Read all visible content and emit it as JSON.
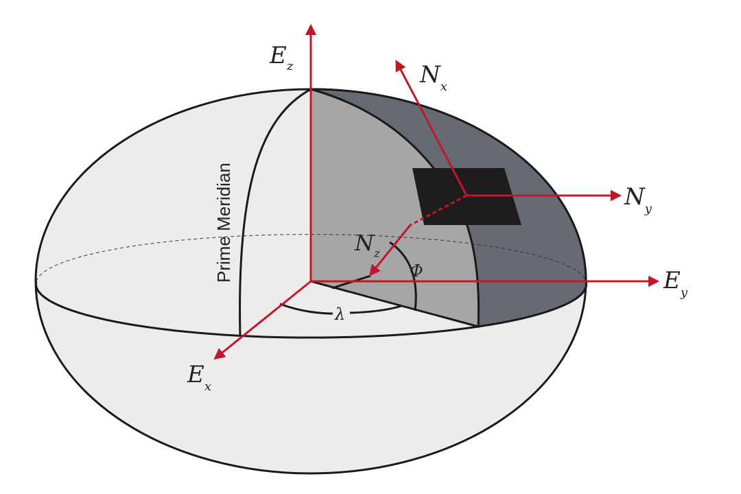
{
  "labels": {
    "ez": {
      "main": "E",
      "sub": "z"
    },
    "ey": {
      "main": "E",
      "sub": "y"
    },
    "ex": {
      "main": "E",
      "sub": "x"
    },
    "nx": {
      "main": "N",
      "sub": "x"
    },
    "ny": {
      "main": "N",
      "sub": "y"
    },
    "nz": {
      "main": "N",
      "sub": "z"
    },
    "phi": "Φ",
    "lambda": "λ",
    "prime_meridian": "Prime Meridian"
  },
  "colors": {
    "axis": "#c0182a",
    "ellipsoid": "#ececec",
    "cut_face": "#a6a6a6",
    "cut_shell": "#666a72",
    "patch": "#1e1c1d"
  }
}
